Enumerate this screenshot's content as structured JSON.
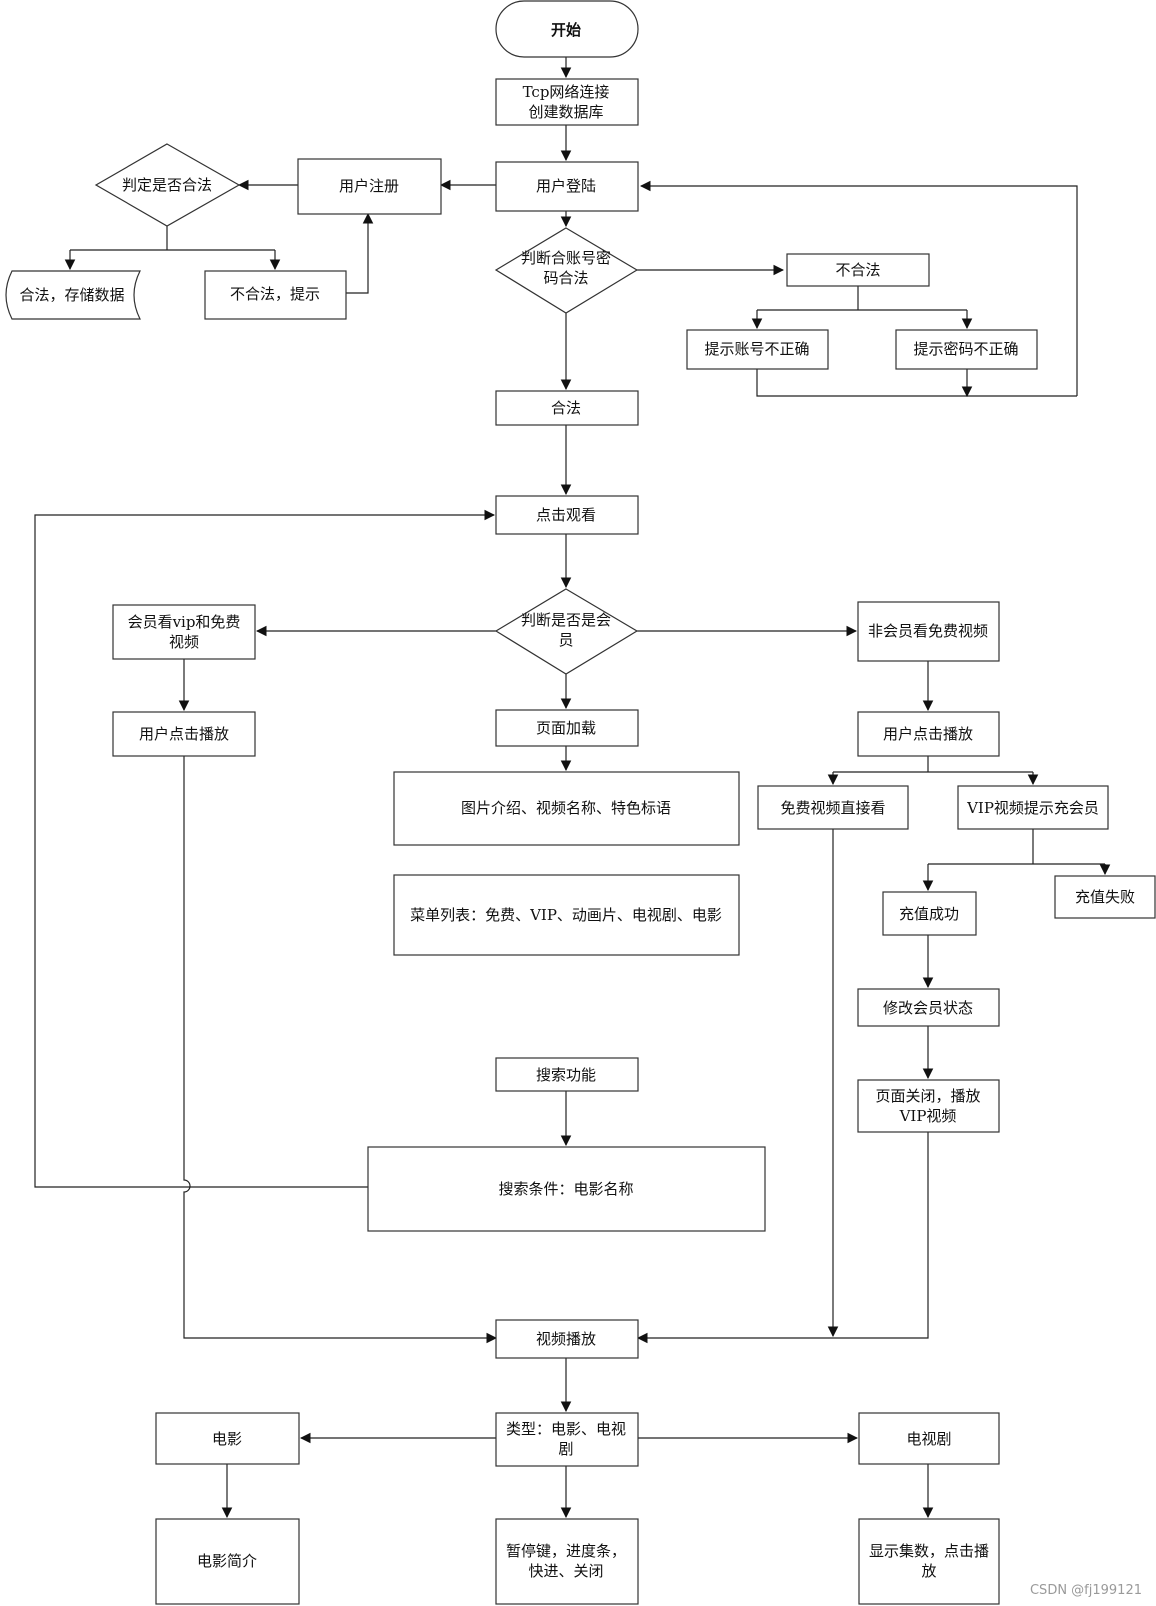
{
  "nodes": {
    "start": "开始",
    "tcp": [
      "Tcp网络连接",
      "创建数据库"
    ],
    "login": "用户登陆",
    "register": "用户注册",
    "judge_legal": "判定是否合法",
    "legal_store": "合法，存储数据",
    "illegal_tip": "不合法，提示",
    "judge_account": [
      "判断合账号密",
      "码合法"
    ],
    "illegal": "不合法",
    "account_wrong": "提示账号不正确",
    "password_wrong": "提示密码不正确",
    "legal": "合法",
    "click_watch": "点击观看",
    "judge_member": [
      "判断是否是会",
      "员"
    ],
    "member_view": [
      "会员看vip和免费",
      "视频"
    ],
    "member_play": "用户点击播放",
    "nonmember_view": "非会员看免费视频",
    "nonmember_play": "用户点击播放",
    "page_load": "页面加载",
    "page_info": "图片介绍、视频名称、特色标语",
    "menu_list": "菜单列表：免费、VIP、动画片、电视剧、电影",
    "free_watch": "免费视频直接看",
    "vip_prompt": "VIP视频提示充会员",
    "recharge_ok": "充值成功",
    "recharge_fail": "充值失败",
    "modify_status": "修改会员状态",
    "close_play": [
      "页面关闭，播放",
      "VIP视频"
    ],
    "search": "搜索功能",
    "search_cond": "搜索条件：电影名称",
    "video_play": "视频播放",
    "type": [
      "类型：电影、电视",
      "剧"
    ],
    "movie": "电影",
    "movie_intro": "电影简介",
    "controls": [
      "暂停键，进度条，",
      "快进、关闭"
    ],
    "tv": "电视剧",
    "tv_episodes": [
      "显示集数，点击播",
      "放"
    ]
  },
  "watermark": "CSDN @fj199121"
}
